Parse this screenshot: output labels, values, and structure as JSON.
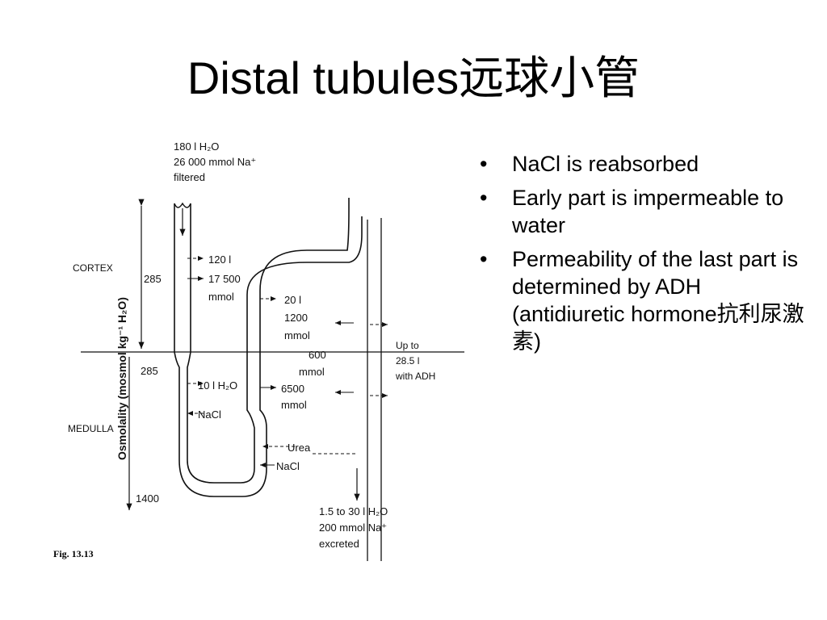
{
  "slide": {
    "title": "Distal tubules远球小管",
    "bullets": [
      "NaCl is reabsorbed",
      "Early part is impermeable to water",
      "Permeability of the last part is determined by ADH (antidiuretic hormone抗利尿激素)"
    ],
    "bullet_marker": "•"
  },
  "figure": {
    "region_cortex": "CORTEX",
    "region_medulla": "MEDULLA",
    "axis_label": "Osmolality (mosmol kg⁻¹ H₂O)",
    "osm_cortex": "285",
    "osm_boundary": "285",
    "osm_bottom": "1400",
    "osm_peak": "600",
    "filtered": [
      "180 l H₂O",
      "26 000 mmol Na⁺",
      "filtered"
    ],
    "proximal": [
      "120 l",
      "17 500",
      "mmol"
    ],
    "loop_water": "10 l H₂O",
    "loop_nacl": "NaCl",
    "distal": [
      "20 l",
      "1200",
      "mmol"
    ],
    "distal2": [
      "6500",
      "mmol"
    ],
    "osm_peak_unit": "mmol",
    "urea": "Urea",
    "nacl_asc": "NaCl",
    "adh": [
      "Up to",
      "28.5 l",
      "with ADH"
    ],
    "excreted": [
      "1.5 to 30 l H₂O",
      "200 mmol Na⁺",
      "excreted"
    ],
    "caption": "Fig. 13.13"
  }
}
